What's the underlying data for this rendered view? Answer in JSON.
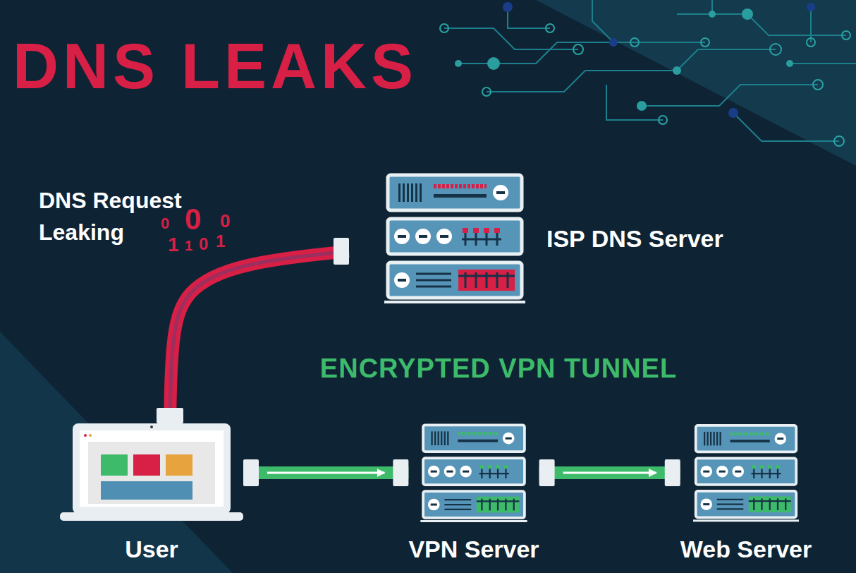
{
  "diagram": {
    "title": "DNS LEAKS",
    "nodes": [
      {
        "text": [
          "User"
        ]
      },
      {
        "text": [
          "ISP DNS Server"
        ]
      },
      {
        "text": [
          "VPN Server"
        ]
      },
      {
        "text": [
          "Web Server"
        ]
      }
    ],
    "edges": [
      {
        "from": 0,
        "to": 1,
        "arrow": "none"
      },
      {
        "from": 0,
        "to": 2,
        "arrow": "to"
      },
      {
        "from": 2,
        "to": 3,
        "arrow": "to"
      }
    ],
    "labels": [
      "DNS Request Leaking",
      "0",
      "0",
      "0",
      "1",
      "1",
      "0",
      "1",
      "ENCRYPTED VPN TUNNEL"
    ]
  }
}
